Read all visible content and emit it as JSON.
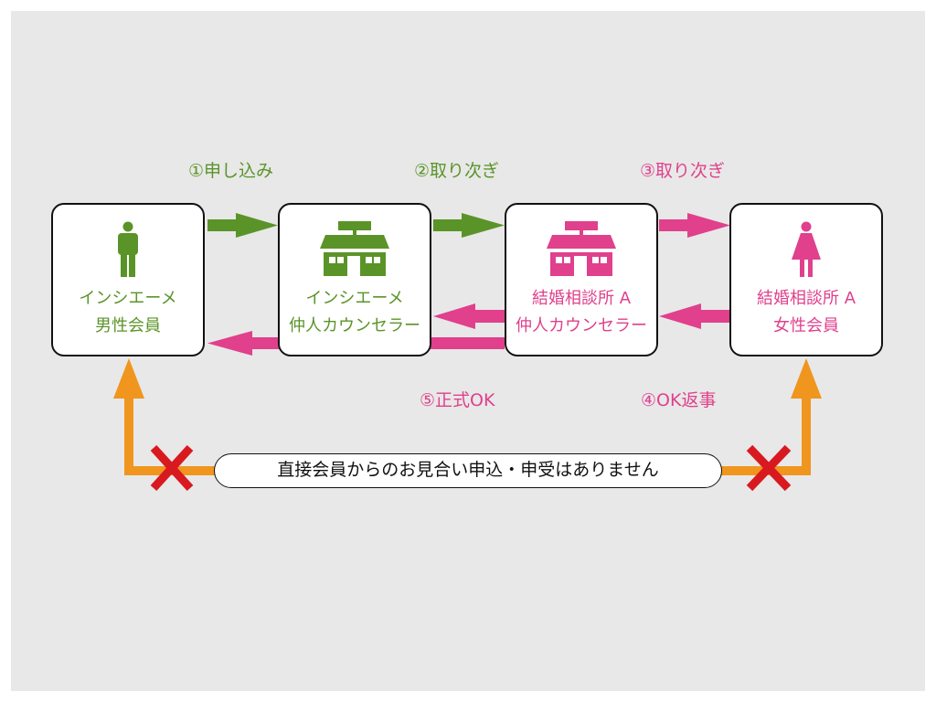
{
  "colors": {
    "green": "#5a9428",
    "pink": "#e0408c",
    "orange": "#f0951e",
    "red": "#d8191f",
    "background": "#e8e8e8"
  },
  "steps": {
    "step1": "①申し込み",
    "step2": "②取り次ぎ",
    "step3": "③取り次ぎ",
    "step4": "④OK返事",
    "step5": "⑤正式OK"
  },
  "nodes": [
    {
      "icon": "male-person-icon",
      "line1": "インシエーメ",
      "line2": "男性会員"
    },
    {
      "icon": "shop-icon",
      "line1": "インシエーメ",
      "line2": "仲人カウンセラー"
    },
    {
      "icon": "shop-icon",
      "line1": "結婚相談所 A",
      "line2": "仲人カウンセラー"
    },
    {
      "icon": "female-person-icon",
      "line1": "結婚相談所 A",
      "line2": "女性会員"
    }
  ],
  "notice": "直接会員からのお見合い申込・申受はありません",
  "blocked_icon": "cross-icon"
}
